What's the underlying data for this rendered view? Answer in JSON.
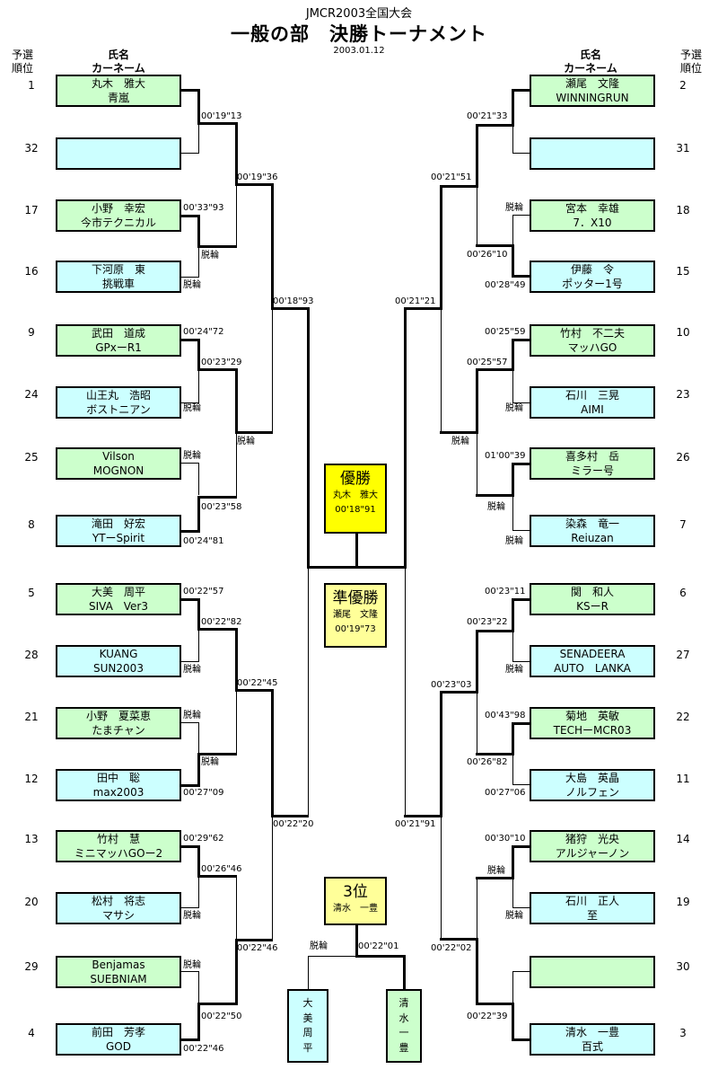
{
  "header": {
    "subtitle": "JMCR2003全国大会",
    "title": "一般の部　決勝トーナメント",
    "date": "2003.01.12"
  },
  "column_headers": {
    "seed_line1": "予選",
    "seed_line2": "順位",
    "name_line1": "氏名",
    "name_line2": "カーネーム"
  },
  "left_entries": [
    {
      "seed": "1",
      "name": "丸木　雅大",
      "car": "青嵐",
      "color": "#ccffcc"
    },
    {
      "seed": "32",
      "name": "",
      "car": "",
      "color": "#ccffff"
    },
    {
      "seed": "17",
      "name": "小野　幸宏",
      "car": "今市テクニカル",
      "color": "#ccffcc"
    },
    {
      "seed": "16",
      "name": "下河原　東",
      "car": "挑戦車",
      "color": "#ccffff"
    },
    {
      "seed": "9",
      "name": "武田　道成",
      "car": "GPxーR1",
      "color": "#ccffcc"
    },
    {
      "seed": "24",
      "name": "山王丸　浩昭",
      "car": "ボストニアン",
      "color": "#ccffff"
    },
    {
      "seed": "25",
      "name": "Vilson",
      "car": "MOGNON",
      "color": "#ccffcc"
    },
    {
      "seed": "8",
      "name": "滝田　好宏",
      "car": "YTーSpirit",
      "color": "#ccffff"
    },
    {
      "seed": "5",
      "name": "大美　周平",
      "car": "SIVA　Ver3",
      "color": "#ccffcc"
    },
    {
      "seed": "28",
      "name": "KUANG",
      "car": "SUN2003",
      "color": "#ccffff"
    },
    {
      "seed": "21",
      "name": "小野　夏菜恵",
      "car": "たまチャン",
      "color": "#ccffcc"
    },
    {
      "seed": "12",
      "name": "田中　聡",
      "car": "max2003",
      "color": "#ccffff"
    },
    {
      "seed": "13",
      "name": "竹村　慧",
      "car": "ミニマッハGOー2",
      "color": "#ccffcc"
    },
    {
      "seed": "20",
      "name": "松村　将志",
      "car": "マサシ",
      "color": "#ccffff"
    },
    {
      "seed": "29",
      "name": "Benjamas",
      "car": "SUEBNIAM",
      "color": "#ccffcc"
    },
    {
      "seed": "4",
      "name": "前田　芳孝",
      "car": "GOD",
      "color": "#ccffff"
    }
  ],
  "right_entries": [
    {
      "seed": "2",
      "name": "瀬尾　文隆",
      "car": "WINNINGRUN",
      "color": "#ccffcc"
    },
    {
      "seed": "31",
      "name": "",
      "car": "",
      "color": "#ccffff"
    },
    {
      "seed": "18",
      "name": "宮本　幸雄",
      "car": "7．X10",
      "color": "#ccffcc"
    },
    {
      "seed": "15",
      "name": "伊藤　令",
      "car": "ポッター1号",
      "color": "#ccffff"
    },
    {
      "seed": "10",
      "name": "竹村　不二夫",
      "car": "マッハGO",
      "color": "#ccffcc"
    },
    {
      "seed": "23",
      "name": "石川　三晃",
      "car": "AIMI",
      "color": "#ccffff"
    },
    {
      "seed": "26",
      "name": "喜多村　岳",
      "car": "ミラー号",
      "color": "#ccffcc"
    },
    {
      "seed": "7",
      "name": "染森　竜一",
      "car": "Reiuzan",
      "color": "#ccffff"
    },
    {
      "seed": "6",
      "name": "関　和人",
      "car": "KSーR",
      "color": "#ccffcc"
    },
    {
      "seed": "27",
      "name": "SENADEERA",
      "car": "AUTO　LANKA",
      "color": "#ccffff"
    },
    {
      "seed": "22",
      "name": "菊地　英敏",
      "car": "TECHーMCR03",
      "color": "#ccffcc"
    },
    {
      "seed": "11",
      "name": "大島　英晶",
      "car": "ノルフェン",
      "color": "#ccffff"
    },
    {
      "seed": "14",
      "name": "猪狩　光央",
      "car": "アルジャーノン",
      "color": "#ccffcc"
    },
    {
      "seed": "19",
      "name": "石川　正人",
      "car": "至",
      "color": "#ccffff"
    },
    {
      "seed": "30",
      "name": "",
      "car": "",
      "color": "#ccffcc"
    },
    {
      "seed": "3",
      "name": "清水　一豊",
      "car": "百式",
      "color": "#ccffff"
    }
  ],
  "left_marks": [
    "00'19\"13",
    "00'33\"93",
    "脱輪",
    "脱輪",
    "00'24\"72",
    "00'23\"29",
    "脱輪",
    "脱輪",
    "00'23\"58",
    "00'24\"81",
    "00'19\"36",
    "脱輪",
    "00'18\"93",
    "00'22\"57",
    "00'22\"82",
    "脱輪",
    "脱輪",
    "脱輪",
    "00'27\"09",
    "00'29\"62",
    "00'26\"46",
    "脱輪",
    "脱輪",
    "00'22\"50",
    "00'22\"46",
    "00'22\"45",
    "00'22\"46",
    "00'22\"20"
  ],
  "right_marks": [
    "00'21\"33",
    "脱輪",
    "00'26\"10",
    "00'28\"49",
    "00'25\"59",
    "00'25\"57",
    "脱輪",
    "01'00\"39",
    "脱輪",
    "脱輪",
    "00'21\"51",
    "脱輪",
    "00'21\"21",
    "00'23\"11",
    "00'23\"22",
    "脱輪",
    "00'43\"98",
    "00'26\"82",
    "00'27\"06",
    "00'30\"10",
    "脱輪",
    "脱輪",
    "00'22\"39",
    "00'23\"03",
    "00'22\"02",
    "00'21\"91"
  ],
  "champion": {
    "title": "優勝",
    "name": "丸木　雅大",
    "time": "00'18\"91",
    "color": "#ffff00"
  },
  "runner_up": {
    "title": "準優勝",
    "name": "瀬尾　文隆",
    "time": "00'19\"73",
    "color": "#ffff99"
  },
  "third_place": {
    "title": "3位",
    "name": "清水　一豊",
    "color": "#ffff99"
  },
  "third_place_match": {
    "left_mark": "脱輪",
    "right_time": "00'22\"01",
    "left_player": [
      "大",
      "美",
      "",
      "周",
      "平"
    ],
    "right_player": [
      "清",
      "水",
      "",
      "一",
      "豊"
    ]
  }
}
